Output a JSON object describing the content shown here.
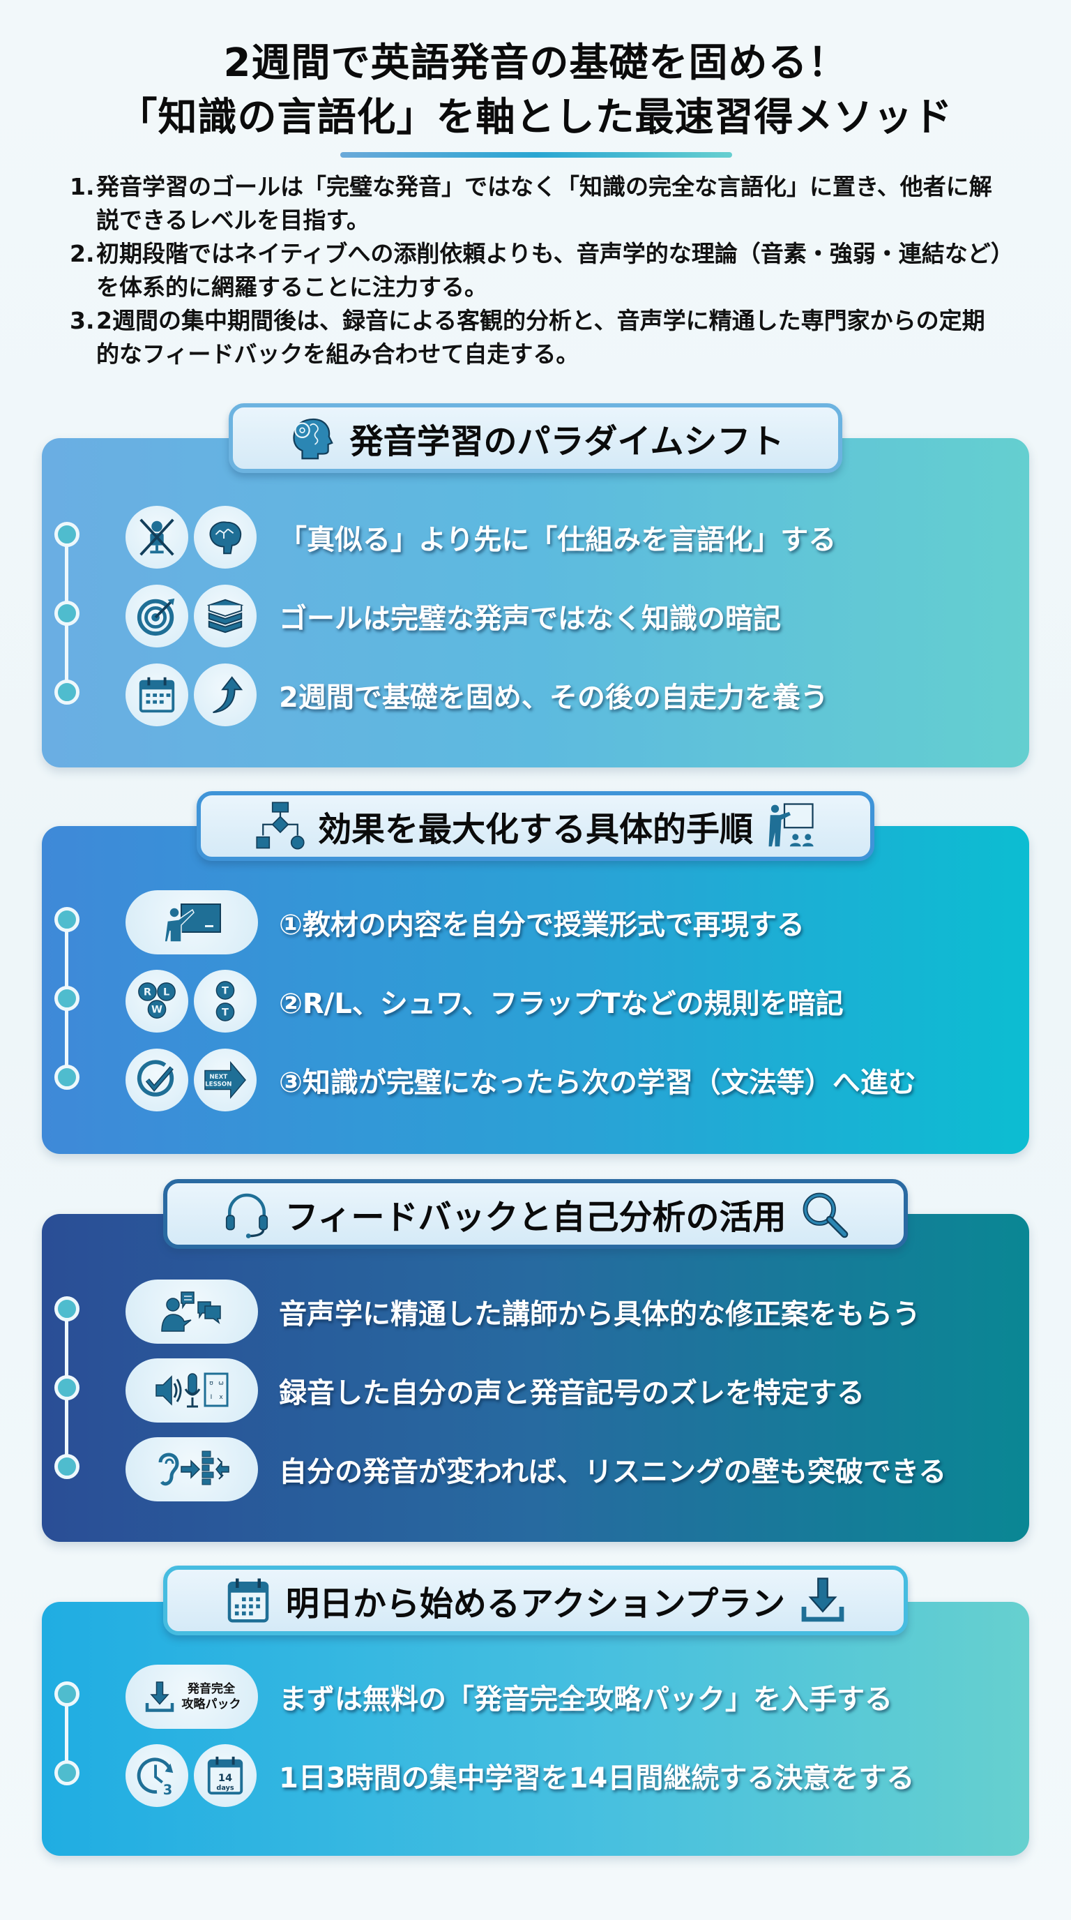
{
  "header": {
    "title_line1": "2週間で英語発音の基礎を固める！",
    "title_line2": "「知識の言語化」を軸とした最速習得メソッド"
  },
  "intro": [
    {
      "num": "1.",
      "text": "発音学習のゴールは「完璧な発音」ではなく「知識の完全な言語化」に置き、他者に解説できるレベルを目指す。"
    },
    {
      "num": "2.",
      "text": "初期段階ではネイティブへの添削依頼よりも、音声学的な理論（音素・強弱・連結など）を体系的に網羅することに注力する。"
    },
    {
      "num": "3.",
      "text": "2週間の集中期間後は、録音による客観的分析と、音声学に精通した専門家からの定期的なフィードバックを組み合わせて自走する。"
    }
  ],
  "sections": [
    {
      "title": "発音学習のパラダイムシフト",
      "header_icons": [
        "head-gears-icon"
      ],
      "color": "#6aaee3",
      "items": [
        {
          "icons": [
            "no-mimic-icon",
            "brain-icon"
          ],
          "text": "「真似る」より先に「仕組みを言語化」する"
        },
        {
          "icons": [
            "target-icon",
            "books-icon"
          ],
          "text": "ゴールは完璧な発声ではなく知識の暗記"
        },
        {
          "icons": [
            "calendar-icon",
            "arrow-up-icon"
          ],
          "text": "2週間で基礎を固め、その後の自走力を養う"
        }
      ]
    },
    {
      "title": "効果を最大化する具体的手順",
      "header_icons": [
        "flowchart-icon",
        "teacher-audience-icon"
      ],
      "color": "#2aa2d6",
      "items": [
        {
          "icons": [
            "teacher-board-icon"
          ],
          "text": "①教材の内容を自分で授業形式で再現する"
        },
        {
          "icons": [
            "letters-rlw-icon",
            "letters-tt-icon"
          ],
          "letters": {
            "a": [
              "R",
              "L",
              "W"
            ],
            "b": [
              "T",
              "T"
            ]
          },
          "text": "②R/L、シュワ、フラップTなどの規則を暗記"
        },
        {
          "icons": [
            "checkmark-icon",
            "next-lesson-icon"
          ],
          "next_label": [
            "NEXT",
            "LESSON"
          ],
          "text": "③知識が完璧になったら次の学習（文法等）へ進む"
        }
      ]
    },
    {
      "title": "フィードバックと自己分析の活用",
      "header_icons": [
        "headset-icon",
        "magnifier-icon"
      ],
      "color": "#276aa0",
      "items": [
        {
          "icons": [
            "speaker-person-icon",
            "chat-bubbles-icon"
          ],
          "text": "音声学に精通した講師から具体的な修正案をもらう"
        },
        {
          "icons": [
            "volume-icon",
            "microphone-icon",
            "phonetic-chart-icon"
          ],
          "text": "録音した自分の声と発音記号のズレを特定する"
        },
        {
          "icons": [
            "ear-icon",
            "break-wall-icon"
          ],
          "text": "自分の発音が変われば、リスニングの壁も突破できる"
        }
      ]
    },
    {
      "title": "明日から始めるアクションプラン",
      "header_icons": [
        "calendar-icon",
        "download-icon"
      ],
      "color": "#46bfe0",
      "items": [
        {
          "icons": [
            "download-icon"
          ],
          "pack_label": [
            "発音完全",
            "攻略パック"
          ],
          "text": "まずは無料の「発音完全攻略パック」を入手する"
        },
        {
          "icons": [
            "clock-3h-icon",
            "calendar-14days-icon"
          ],
          "clock_num": "3",
          "calendar_label": [
            "14",
            "days"
          ],
          "text": "1日3時間の集中学習を14日間継続する決意をする"
        }
      ]
    }
  ],
  "colors": {
    "icon_fill": "#1f6f96",
    "icon_stroke": "#123e5a",
    "timeline_dot": "#4fbcce",
    "title_rule_start": "#6aa9d9",
    "title_rule_end": "#66cfd0"
  }
}
